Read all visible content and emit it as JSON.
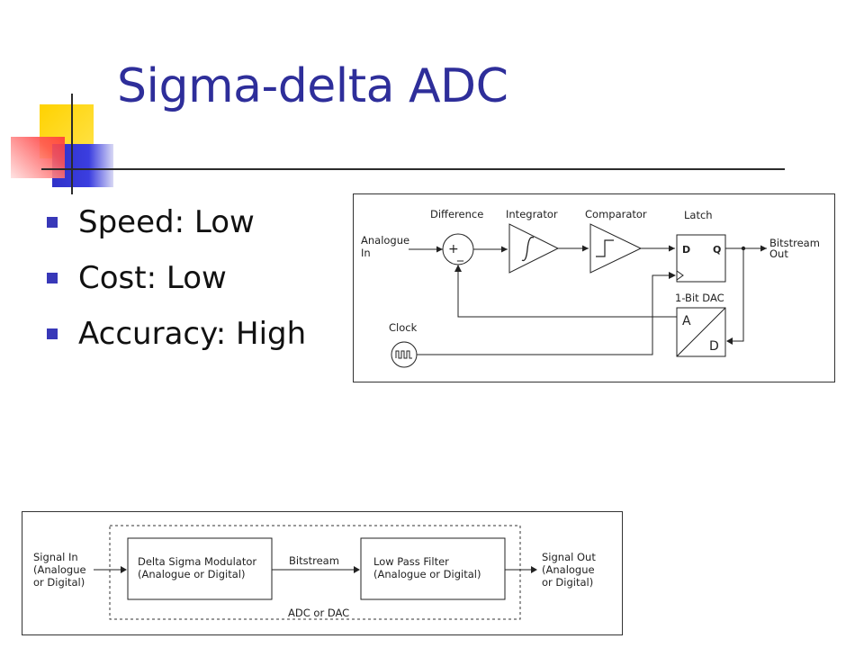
{
  "title": "Sigma-delta ADC",
  "bullets": [
    "Speed: Low",
    "Cost: Low",
    "Accuracy: High"
  ],
  "colors": {
    "title": "#2e2e9a",
    "bullet": "#3838b8",
    "accent_yellow": "#ffd200",
    "accent_red": "#ff4a4a",
    "accent_blue": "#2f31c8"
  },
  "circuit": {
    "input_label": [
      "Analogue",
      "In"
    ],
    "difference_label": "Difference",
    "integrator_label": "Integrator",
    "comparator_label": "Comparator",
    "latch_label": "Latch",
    "latch_d": "D",
    "latch_q": "Q",
    "dac_label": "1-Bit DAC",
    "dac_a": "A",
    "dac_d": "D",
    "clock_label": "Clock",
    "output_label": [
      "Bitstream",
      "Out"
    ],
    "plus_sign": "+",
    "minus_sign": "_"
  },
  "block_diagram": {
    "signal_in": [
      "Signal In",
      "(Analogue",
      "or Digital)"
    ],
    "modulator": [
      "Delta Sigma Modulator",
      "(Analogue or Digital)"
    ],
    "bitstream": "Bitstream",
    "filter": [
      "Low Pass Filter",
      "(Analogue or Digital)"
    ],
    "signal_out": [
      "Signal Out",
      "(Analogue",
      "or Digital)"
    ],
    "group_label": "ADC or DAC"
  }
}
